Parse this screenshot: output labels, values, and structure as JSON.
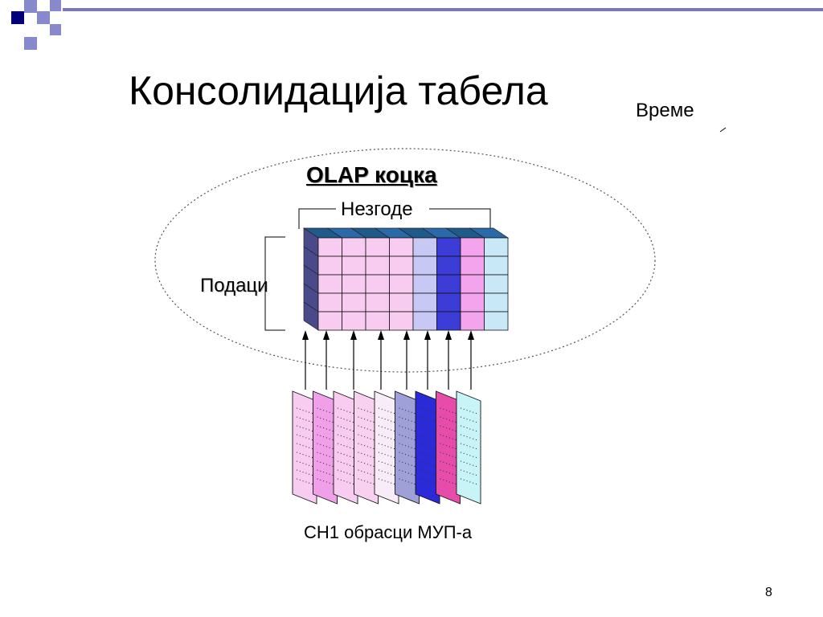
{
  "slide": {
    "title": "Консолидација табела",
    "page_number": "8"
  },
  "diagram": {
    "time_label": "Време",
    "cube_label": "OLAP коцка",
    "incidents_label": "Незгоде",
    "data_label": "Подаци",
    "forms_caption": "СН1 обрасци МУП-а",
    "cube_rows": 5,
    "column_colors": [
      "#f8ccf0",
      "#f8ccf0",
      "#f8ccf0",
      "#f8ccf0",
      "#c8c8f4",
      "#3c3cd6",
      "#f4a4ec",
      "#c8e8f8"
    ],
    "sheet_colors": [
      "#f8ccf0",
      "#f0a0e8",
      "#f8ccf0",
      "#f8d0f0",
      "#f8ecf8",
      "#a0a0d8",
      "#2a2ad8",
      "#e84caa",
      "#c8f4f8"
    ],
    "brand_colors": [
      "#00007a",
      "#8888cc"
    ]
  }
}
